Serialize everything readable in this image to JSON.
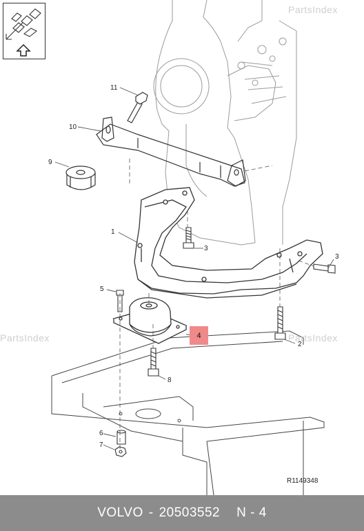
{
  "footer": {
    "brand": "VOLVO",
    "dash": "-",
    "part_number": "20503552",
    "position_code": "N - 4"
  },
  "watermark": "PartsIndex",
  "reference_code": "R1149348",
  "callouts": {
    "c1": "1",
    "c2": "2",
    "c3a": "3",
    "c3b": "3",
    "c4": "4",
    "c5": "5",
    "c6": "6",
    "c7": "7",
    "c8": "8",
    "c9": "9",
    "c10": "10",
    "c11": "11"
  },
  "colors": {
    "highlight": "#f08a8a",
    "footer_bg": "#8c8c8c",
    "line": "#333333"
  },
  "icons": {
    "navigation": "view-up-arrow-icon"
  }
}
